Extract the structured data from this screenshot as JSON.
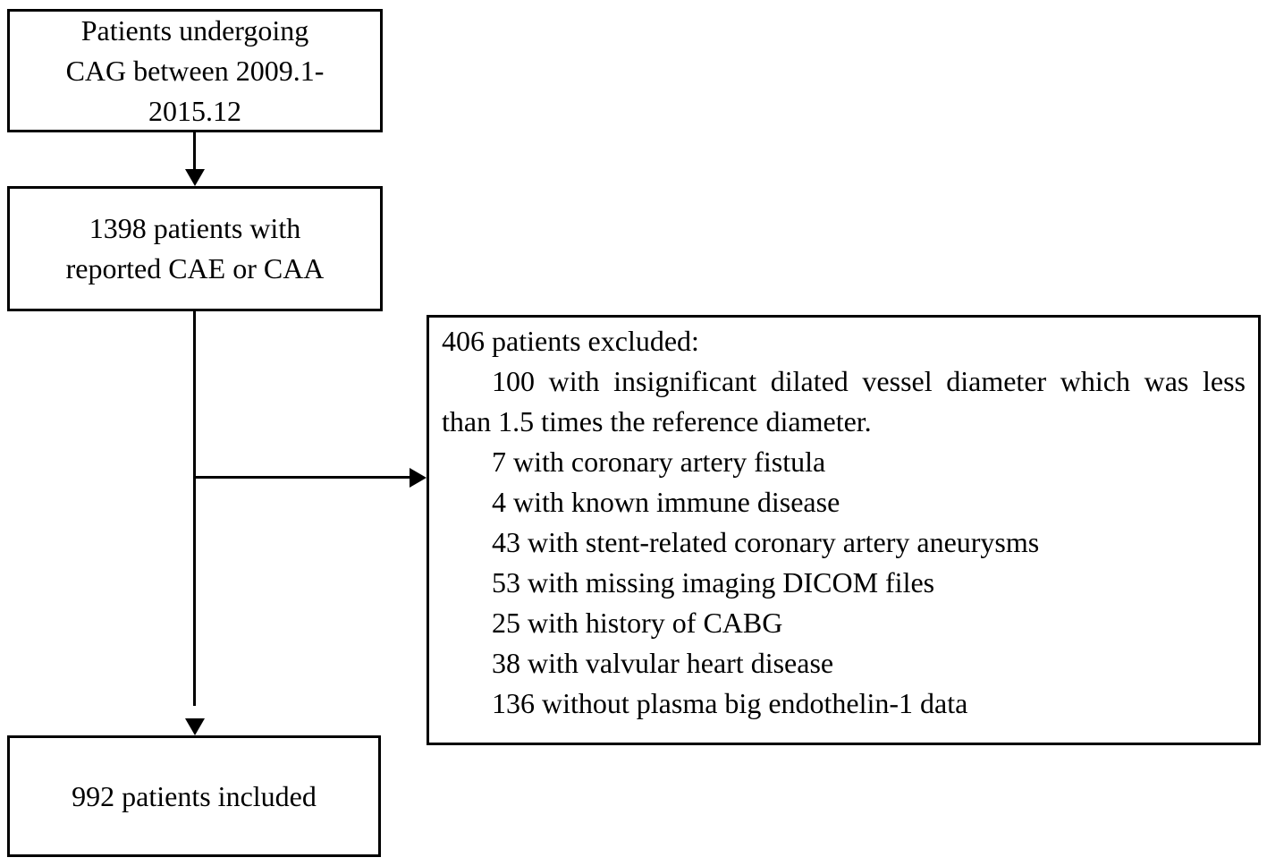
{
  "chart_data": {
    "type": "diagram",
    "title": "Patient selection flowchart",
    "nodes": [
      {
        "id": "cag",
        "label": "Patients undergoing CAG between 2009.1-2015.12"
      },
      {
        "id": "reported",
        "label": "1398 patients with reported CAE or CAA",
        "count": 1398
      },
      {
        "id": "excluded",
        "label": "406 patients excluded:",
        "count": 406
      },
      {
        "id": "included",
        "label": "992 patients included",
        "count": 992
      }
    ],
    "edges": [
      {
        "from": "cag",
        "to": "reported",
        "type": "arrow-down"
      },
      {
        "from": "reported",
        "to": "excluded",
        "type": "arrow-right"
      },
      {
        "from": "reported",
        "to": "included",
        "type": "arrow-down"
      }
    ],
    "exclusion_counts": [
      100,
      7,
      4,
      43,
      53,
      25,
      38,
      136
    ],
    "exclusion_total": 406
  },
  "boxes": {
    "cag": {
      "text": "Patients undergoing\nCAG between 2009.1-\n2015.12"
    },
    "reported": {
      "text": "1398 patients with\nreported CAE or CAA"
    },
    "included": {
      "text": "992 patients included"
    }
  },
  "excluded": {
    "heading": "406 patients excluded:",
    "items": [
      "100 with insignificant dilated vessel diameter which was less than 1.5 times the reference diameter.",
      "7 with coronary artery fistula",
      "4 with known immune disease",
      "43 with stent-related coronary artery aneurysms",
      "53 with missing imaging DICOM files",
      "25 with history of CABG",
      "38 with valvular heart disease",
      "136 without plasma big endothelin-1 data"
    ]
  }
}
